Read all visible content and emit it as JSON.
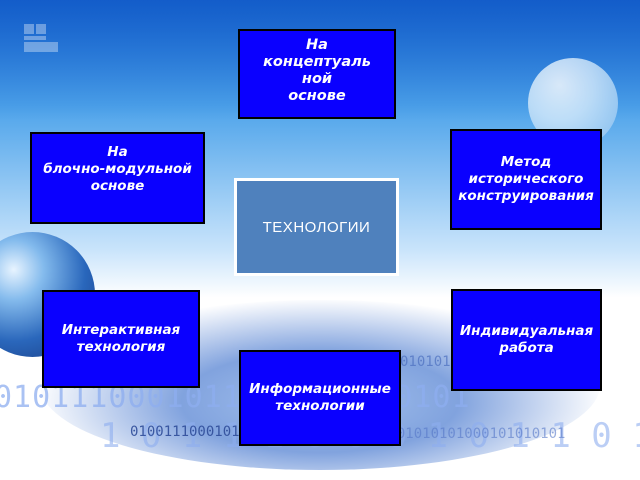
{
  "center": {
    "label": "ТЕХНОЛОГИИ"
  },
  "boxes": {
    "top": "На\nконцептуаль\nной\nоснове",
    "left": "На\nблочно-модульной\nоснове",
    "right": "Метод\nисторического\nконструирования",
    "mid_left": "Интерактивная\nтехнология",
    "mid_right": "Индивидуальная\nработа",
    "bottom": "Информационные\nтехнологии"
  },
  "background": {
    "binary_1": "0101110001011010110010101",
    "binary_2": "1 0 1 1 1 0 0 0 1 0 1 1 0 1 0 1",
    "binary_3": "0100111000101010101001110",
    "binary_4": "0101011",
    "binary_5": "0101010101000101010101"
  },
  "colors": {
    "box_fill": "#0a00ff",
    "center_fill": "#4f81bd",
    "text": "#ffffff"
  }
}
